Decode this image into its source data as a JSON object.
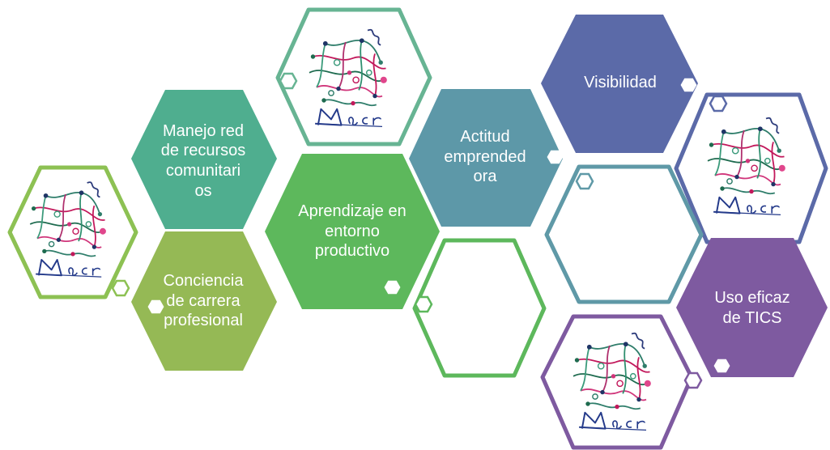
{
  "colors": {
    "teal_green": "#4fae8f",
    "green": "#5db85c",
    "olive": "#95b955",
    "light_green": "#8dc153",
    "mint": "#67b493",
    "petrol": "#5d98a8",
    "slate_teal": "#5f99a7",
    "indigo": "#5b6aa8",
    "purple": "#7e5aa0",
    "white": "#ffffff"
  },
  "hexagons": {
    "manejo": {
      "text": "Manejo red de recursos comunitari os",
      "fill": "#4fae8f"
    },
    "aprendizaje": {
      "text": "Aprendizaje en entorno productivo",
      "fill": "#5db85c"
    },
    "conciencia": {
      "text": "Conciencia de carrera profesional",
      "fill": "#95b955"
    },
    "actitud": {
      "text": "Actitud emprended ora",
      "fill": "#5d98a8"
    },
    "visibilidad": {
      "text": "Visibilidad",
      "fill": "#5b6aa8"
    },
    "tics": {
      "text": "Uso eficaz de TICS",
      "fill": "#7e5aa0"
    },
    "logo_left": {
      "outline": "#8dc153",
      "icon": "macr-logo"
    },
    "logo_top": {
      "outline": "#67b493",
      "icon": "macr-logo"
    },
    "logo_right": {
      "outline": "#5b6aa8",
      "icon": "macr-logo"
    },
    "logo_bottom": {
      "outline": "#7e5aa0",
      "icon": "macr-logo"
    },
    "empty_green": {
      "outline": "#5db85c"
    },
    "empty_teal": {
      "outline": "#5f99a7"
    }
  }
}
